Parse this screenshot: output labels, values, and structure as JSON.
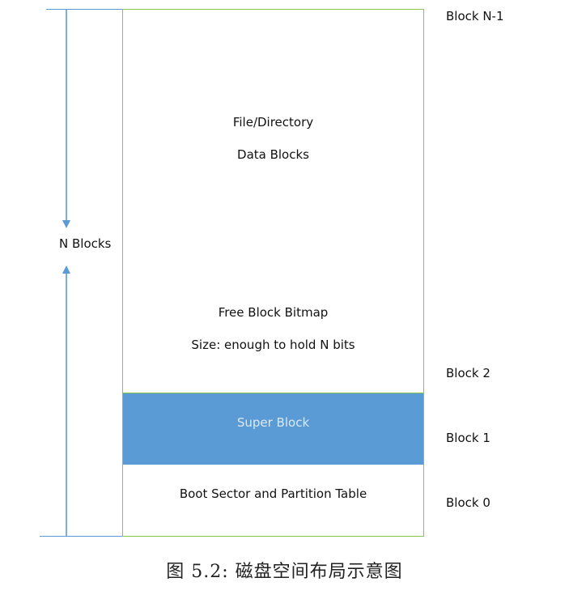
{
  "regions": {
    "data_blocks": {
      "line1": "File/Directory",
      "line2": "Data Blocks"
    },
    "free_block_bitmap": {
      "line1": "Free Block Bitmap",
      "line2": "Size: enough to hold N bits"
    },
    "super_block": {
      "line1": "Super Block"
    },
    "boot_sector": {
      "line1": "Boot Sector and Partition Table"
    }
  },
  "block_labels": {
    "block_n_minus_1": "Block N-1",
    "block_2": "Block 2",
    "block_1": "Block 1",
    "block_0": "Block 0"
  },
  "span_label": "N Blocks",
  "caption": "图 5.2: 磁盘空间布局示意图",
  "colors": {
    "region_border": "#8bc34a",
    "super_block_fill": "#5b9bd5",
    "arrow": "#5b9bd5"
  }
}
